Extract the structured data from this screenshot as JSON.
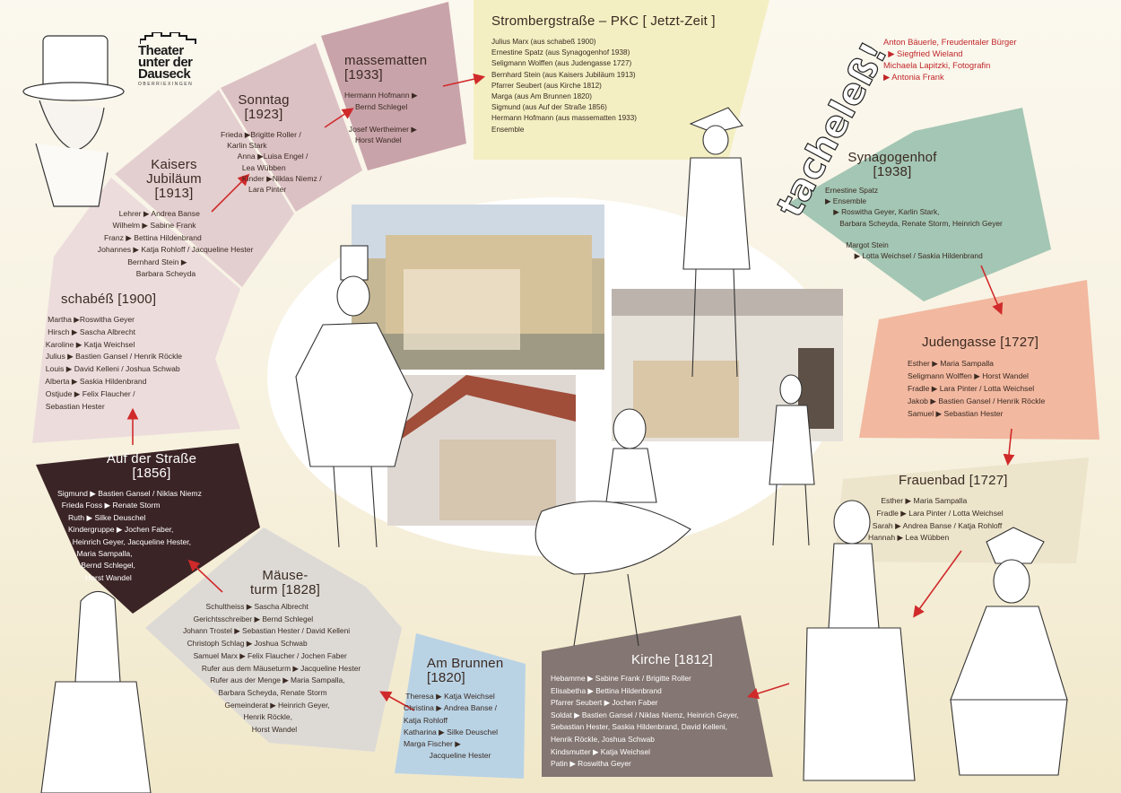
{
  "logo": {
    "line1": "Theater",
    "line2": "unter der",
    "line3": "Dauseck",
    "sub": "OBERRIEXINGEN"
  },
  "tagline": "tacheleß!",
  "credits": "Anton Bäuerle, Freudentaler Bürger\n  ▶ Siegfried Wieland\nMichaela Lapitzki, Fotografin\n▶ Antonia Frank",
  "colors": {
    "stromberg": "#f4efc2",
    "massematten": "#c9a3aa",
    "sonntag": "#dcc1c4",
    "kaisers": "#e4cfd0",
    "schabess": "#ecdcdc",
    "strasse": "#3b2426",
    "maeuseturm": "#dddad6",
    "brunnen": "#b9d3e5",
    "kirche": "#847672",
    "frauenbad": "#ece4cb",
    "judengasse": "#f2b8a0",
    "synagogenhof": "#a4c6b4",
    "arrow": "#d02a2a"
  },
  "segments": {
    "stromberg": {
      "title": "Strombergstraße – PKC [ Jetzt-Zeit ]",
      "text": "Julius Marx (aus schabeß 1900)\nErnestine Spatz (aus Synagogenhof 1938)\nSeligmann Wolffen (aus Judengasse 1727)\nBernhard Stein (aus Kaisers Jubiläum 1913)\nPfarrer Seubert (aus Kirche 1812)\nMarga (aus Am Brunnen 1820)\nSigmund (aus Auf der Straße 1856)\nHermann Hofmann (aus massematten 1933)\nEnsemble"
    },
    "massematten": {
      "title": "massematten\n[1933]",
      "text": "Hermann Hofmann ▶\n     Bernd Schlegel\n\n  Josef Wertheimer ▶\n     Horst Wandel"
    },
    "sonntag": {
      "title": "Sonntag\n[1923]",
      "text": "Frieda ▶Brigitte Roller /\n   Karlin Stark\n        Anna ▶Luisa Engel /\n          Lea Wübben\n          Kinder ▶Niklas Niemz /\n             Lara Pinter"
    },
    "kaisers": {
      "title": "Kaisers\nJubiläum\n[1913]",
      "text": "            Lehrer ▶ Andrea Banse\n         Wilhelm ▶ Sabine Frank\n     Franz ▶ Bettina Hildenbrand\n  Johannes ▶ Katja Rohloff / Jacqueline Hester\n                Bernhard Stein ▶\n                    Barbara Scheyda"
    },
    "schabess": {
      "title": "schabéß [1900]",
      "text": "   Martha ▶Roswitha Geyer\n   Hirsch ▶ Sascha Albrecht\n  Karoline ▶ Katja Weichsel\n  Julius ▶ Bastien Gansel / Henrik Röckle\n  Louis ▶ David Kelleni / Joshua Schwab\n  Alberta ▶ Saskia Hildenbrand\n  Ostjude ▶ Felix Flaucher /\n  Sebastian Hester"
    },
    "strasse": {
      "title": "Auf der Straße\n[1856]",
      "text": "Sigmund ▶ Bastien Gansel / Niklas Niemz\n  Frieda Foss ▶ Renate Storm\n     Ruth ▶ Silke Deuschel\n     Kindergruppe ▶ Jochen Faber,\n       Heinrich Geyer, Jacqueline Hester,\n         Maria Sampalla,\n           Bernd Schlegel,\n             Horst Wandel"
    },
    "maeuseturm": {
      "title": "Mäuse-\nturm [1828]",
      "text": "                 Schultheiss ▶ Sascha Albrecht\n           Gerichtsschreiber ▶ Bernd Schlegel\n      Johann Trostel ▶ Sebastian Hester / David Kelleni\n        Christoph Schlag ▶ Joshua Schwab\n           Samuel Marx ▶ Felix Flaucher / Jochen Faber\n               Rufer aus dem Mäuseturm ▶ Jacqueline Hester\n                   Rufer aus der Menge ▶ Maria Sampalla,\n                       Barbara Scheyda, Renate Storm\n                          Gemeinderat ▶ Heinrich Geyer,\n                                   Henrik Röckle,\n                                       Horst Wandel"
    },
    "brunnen": {
      "title": "Am Brunnen\n[1820]",
      "text": " Theresa ▶ Katja Weichsel\nChristina ▶ Andrea Banse /\nKatja Rohloff\nKatharina ▶ Silke Deuschel\nMarga Fischer ▶\n            Jacqueline Hester"
    },
    "kirche": {
      "title": "Kirche [1812]",
      "text": "Hebamme ▶ Sabine Frank / Brigitte Roller\nElisabetha ▶ Bettina Hildenbrand\nPfarrer Seubert ▶ Jochen Faber\nSoldat ▶ Bastien Gansel / Niklas Niemz, Heinrich Geyer,\nSebastian Hester, Saskia Hildenbrand, David Kelleni,\nHenrik Röckle, Joshua Schwab\nKindsmutter ▶ Katja Weichsel\nPatin ▶ Roswitha Geyer"
    },
    "frauenbad": {
      "title": "Frauenbad [1727]",
      "text": "      Esther ▶ Maria Sampalla\n    Fradle ▶ Lara Pinter / Lotta Weichsel\n  Sarah ▶ Andrea Banse / Katja Rohloff\nHannah ▶ Lea Wübben"
    },
    "judengasse": {
      "title": "Judengasse [1727]",
      "text": "Esther ▶ Maria Sampalla\nSeligmann Wolffen ▶ Horst Wandel\nFradle ▶ Lara Pinter / Lotta Weichsel\nJakob ▶ Bastien Gansel / Henrik Röckle\nSamuel ▶ Sebastian Hester"
    },
    "synagogenhof": {
      "title": "Synagogenhof\n[1938]",
      "text": "Ernestine Spatz\n▶ Ensemble\n    ▶ Roswitha Geyer, Karlin Stark,\n       Barbara Scheyda, Renate Storm, Heinrich Geyer\n\n          Margot Stein\n              ▶ Lotta Weichsel / Saskia Hildenbrand"
    }
  }
}
